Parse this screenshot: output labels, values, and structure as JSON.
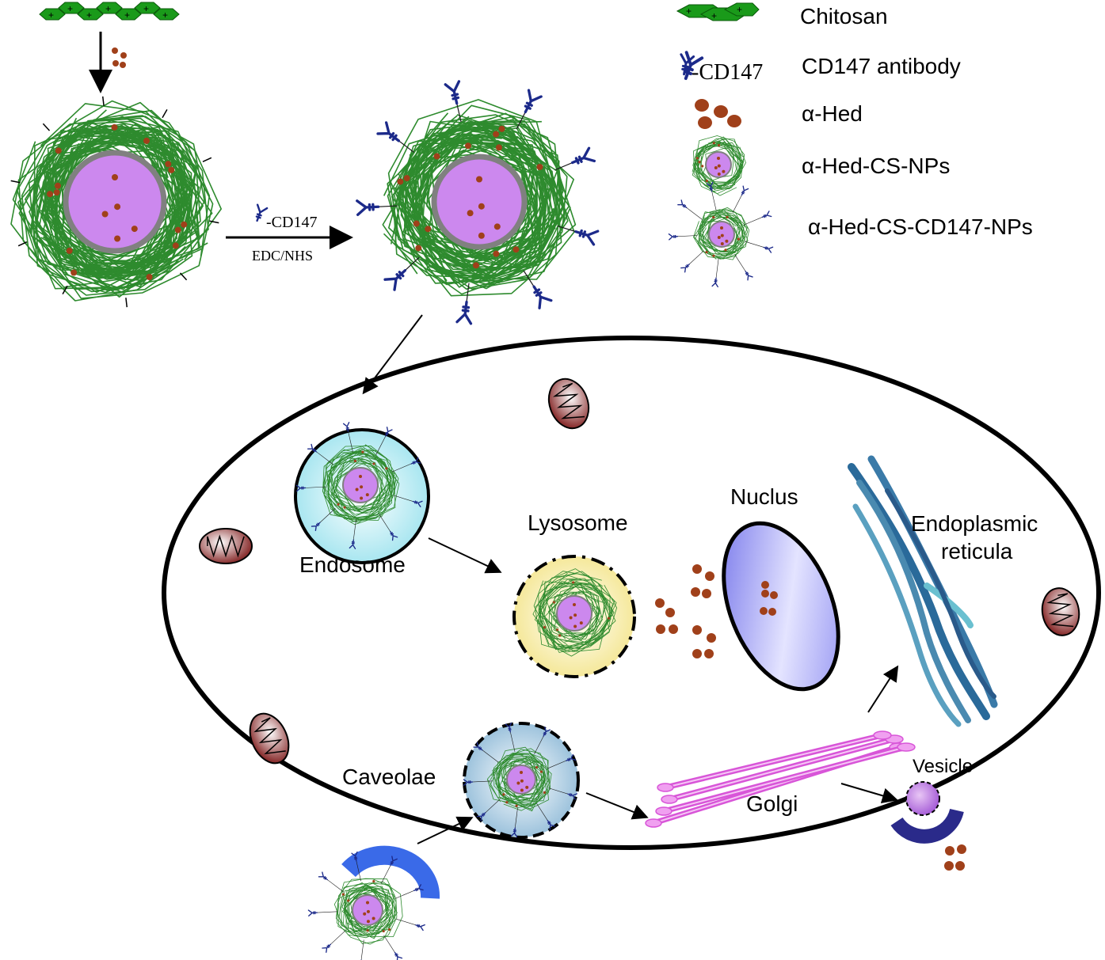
{
  "legend": {
    "chitosan": "Chitosan",
    "cd147_antibody": "CD147 antibody",
    "ahed": "α-Hed",
    "ahed_cs_nps": "α-Hed-CS-NPs",
    "ahed_cs_cd147_nps": "α-Hed-CS-CD147-NPs",
    "cd147_icon_label": "-CD147"
  },
  "reaction": {
    "cd147_label": "-CD147",
    "condition": "EDC/NHS"
  },
  "cell": {
    "endosome": "Endosome",
    "lysosome": "Lysosome",
    "nucleus": "Nuclus",
    "er_line1": "Endoplasmic",
    "er_line2": "reticula",
    "caveolae": "Caveolae",
    "golgi": "Golgi",
    "vesicle": "Vesicle"
  },
  "colors": {
    "chitosan": "#1a9a1a",
    "polymer": "#2e8b2e",
    "core": "#cc88ee",
    "drug": "#a0401a",
    "antibody": "#1c2a8a",
    "golgi": "#d855d8",
    "er": "#3a90b0",
    "mito": "#7a2a2a"
  }
}
